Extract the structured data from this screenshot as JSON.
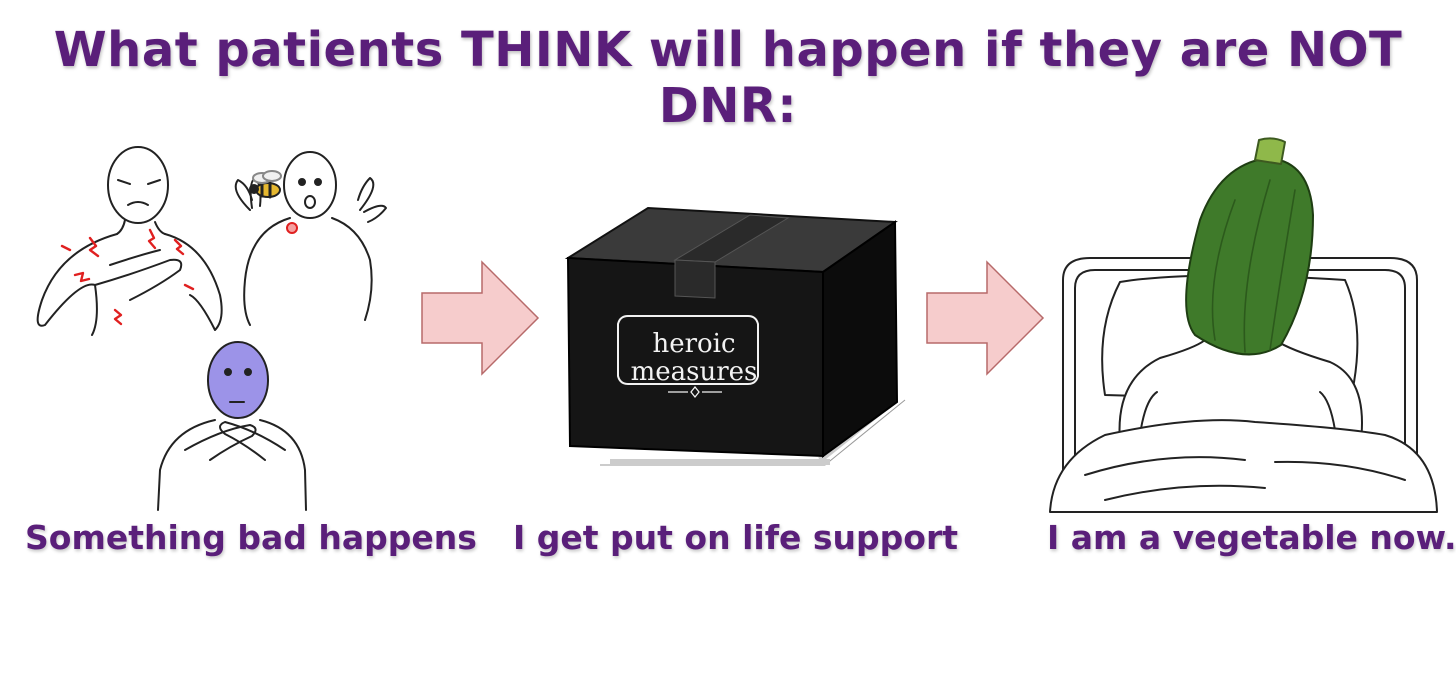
{
  "title": "What patients THINK will happen if they are NOT DNR:",
  "steps": [
    {
      "caption": "Something bad happens"
    },
    {
      "caption": "I get put on life support",
      "box_label_line1": "heroic",
      "box_label_line2": "measures"
    },
    {
      "caption": "I am a vegetable now."
    }
  ],
  "colors": {
    "title": "#5a1f7a",
    "arrow_fill": "#f6cccc",
    "arrow_stroke": "#b76a6a",
    "choking_face": "#9c93e8",
    "pain_marks": "#e02020",
    "box": "#151515",
    "zucchini": "#3f7a2a"
  },
  "icons": [
    "chest-pain-figure",
    "bee-sting-figure",
    "choking-figure",
    "black-box",
    "arrow-right-icon",
    "zucchini-patient-in-bed"
  ]
}
